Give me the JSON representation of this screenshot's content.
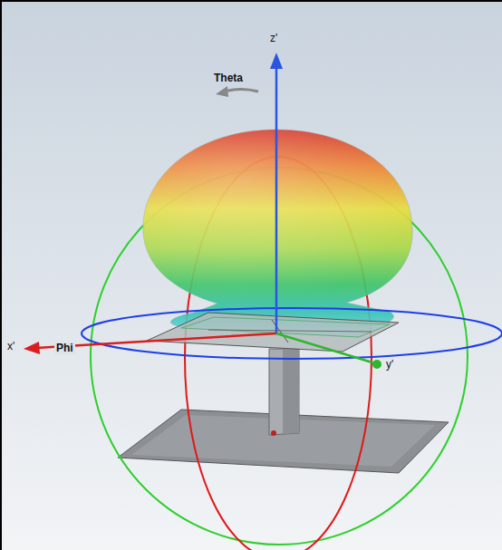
{
  "diagram": {
    "labels": [
      "z'",
      "Theta",
      "x'",
      "Phi",
      "y'"
    ]
  }
}
